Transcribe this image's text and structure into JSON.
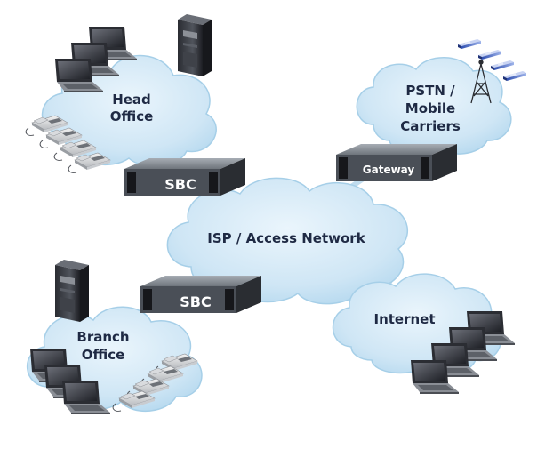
{
  "clouds": {
    "head_office": [
      "Head",
      "Office"
    ],
    "pstn": [
      "PSTN /",
      "Mobile",
      "Carriers"
    ],
    "isp": "ISP / Access Network",
    "branch_office": [
      "Branch",
      "Office"
    ],
    "internet": "Internet"
  },
  "devices": {
    "sbc_top": "SBC",
    "gateway": "Gateway",
    "sbc_bottom": "SBC"
  },
  "colors": {
    "cloud_fill": "#cfe6f5",
    "cloud_edge": "#9ccbe6",
    "box_front": "#3b3f46",
    "box_top": "#8f959c",
    "text": "#1f2a44"
  }
}
